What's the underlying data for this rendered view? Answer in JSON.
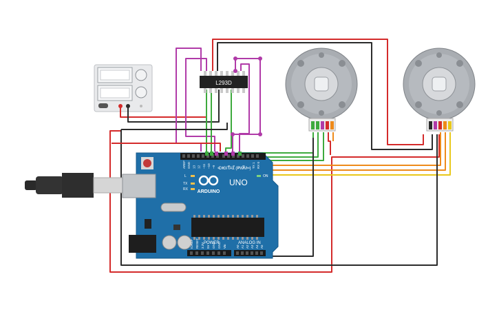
{
  "components": {
    "driver_chip": {
      "label": "L293D"
    },
    "arduino": {
      "brand": "ARDUINO",
      "model": "UNO",
      "digital_label": "DIGITAL (PWM~)",
      "power_label": "POWER",
      "analog_label": "ANALOG IN",
      "on_label": "ON",
      "tx_label": "TX",
      "rx_label": "RX",
      "l_label": "L",
      "digital_pins": [
        "AREF",
        "GND",
        "13",
        "12",
        "~11",
        "~10",
        "~9",
        "8",
        "7",
        "~6",
        "~5",
        "4",
        "~3",
        "2",
        "TX 1",
        "RX 0"
      ],
      "power_pins": [
        "IOREF",
        "RESET",
        "3.3V",
        "5V",
        "GND",
        "GND",
        "Vin"
      ],
      "analog_pins": [
        "A0",
        "A1",
        "A2",
        "A3",
        "A4",
        "A5"
      ]
    },
    "power_supply": {
      "name": "bench power supply"
    },
    "motors": [
      {
        "name": "motor 1"
      },
      {
        "name": "motor 2"
      }
    ],
    "usb": {
      "name": "USB cable"
    }
  },
  "colors": {
    "wire_red": "#d42a2a",
    "wire_black": "#2b2b2b",
    "wire_green": "#3daa3d",
    "wire_orange": "#ee8a1a",
    "wire_yellow": "#e8c81a",
    "wire_magenta": "#b03aa8",
    "board_blue": "#1f6fa8",
    "motor_grey": "#9a9ea3"
  }
}
